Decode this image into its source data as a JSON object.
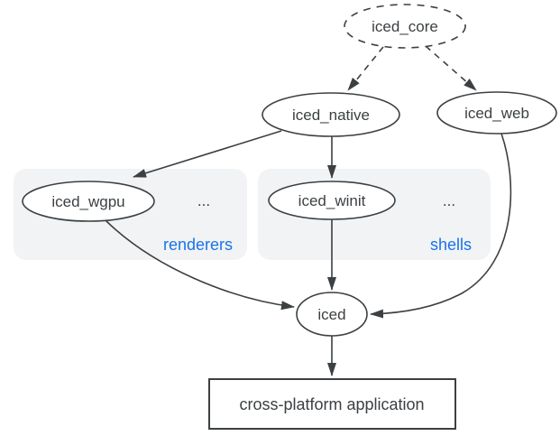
{
  "diagram": {
    "description": "iced crate ecosystem dependency graph",
    "nodes": {
      "iced_core": {
        "label": "iced_core",
        "shape": "ellipse",
        "border": "dashed"
      },
      "iced_native": {
        "label": "iced_native",
        "shape": "ellipse",
        "border": "solid"
      },
      "iced_web": {
        "label": "iced_web",
        "shape": "ellipse",
        "border": "solid"
      },
      "iced_wgpu": {
        "label": "iced_wgpu",
        "shape": "ellipse",
        "border": "solid"
      },
      "iced_winit": {
        "label": "iced_winit",
        "shape": "ellipse",
        "border": "solid"
      },
      "iced": {
        "label": "iced",
        "shape": "ellipse",
        "border": "solid"
      },
      "app": {
        "label": "cross-platform application",
        "shape": "rect",
        "border": "solid"
      }
    },
    "groups": {
      "renderers": {
        "label": "renderers",
        "ellipsis": "...",
        "members": [
          "iced_wgpu"
        ]
      },
      "shells": {
        "label": "shells",
        "ellipsis": "...",
        "members": [
          "iced_winit"
        ]
      }
    },
    "edges": [
      {
        "from": "iced_core",
        "to": "iced_native",
        "style": "dashed"
      },
      {
        "from": "iced_core",
        "to": "iced_web",
        "style": "dashed"
      },
      {
        "from": "iced_native",
        "to": "iced_wgpu",
        "style": "solid"
      },
      {
        "from": "iced_native",
        "to": "iced_winit",
        "style": "solid"
      },
      {
        "from": "iced_wgpu",
        "to": "iced",
        "style": "solid"
      },
      {
        "from": "iced_winit",
        "to": "iced",
        "style": "solid"
      },
      {
        "from": "iced_web",
        "to": "iced",
        "style": "solid"
      },
      {
        "from": "iced",
        "to": "app",
        "style": "solid"
      }
    ],
    "colors": {
      "background": "#ffffff",
      "stroke": "#3c4043",
      "node_text": "#3c4043",
      "group_label_text": "#1a73e8",
      "group_fill": "#f1f3f4",
      "node_fill": "#ffffff"
    }
  }
}
